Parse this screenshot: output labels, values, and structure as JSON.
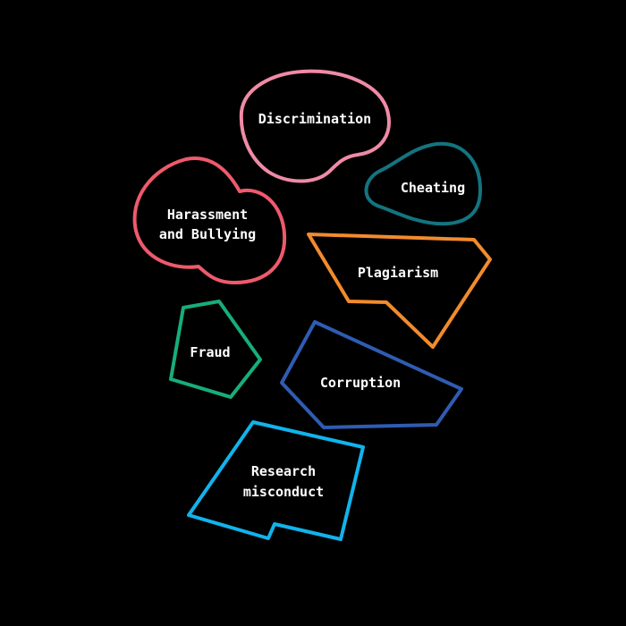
{
  "background": "#000000",
  "label_color": "#ffffff",
  "items": [
    {
      "id": "discrimination",
      "lines": [
        "Discrimination"
      ],
      "color": "#f08aa6"
    },
    {
      "id": "cheating",
      "lines": [
        "Cheating"
      ],
      "color": "#137480"
    },
    {
      "id": "harassment",
      "lines": [
        "Harassment",
        "and Bullying"
      ],
      "color": "#ee5a6c"
    },
    {
      "id": "plagiarism",
      "lines": [
        "Plagiarism"
      ],
      "color": "#f28b2d"
    },
    {
      "id": "fraud",
      "lines": [
        "Fraud"
      ],
      "color": "#17ad7c"
    },
    {
      "id": "corruption",
      "lines": [
        "Corruption"
      ],
      "color": "#2f5cb3"
    },
    {
      "id": "research",
      "lines": [
        "Research",
        "misconduct"
      ],
      "color": "#11b3ec"
    }
  ]
}
